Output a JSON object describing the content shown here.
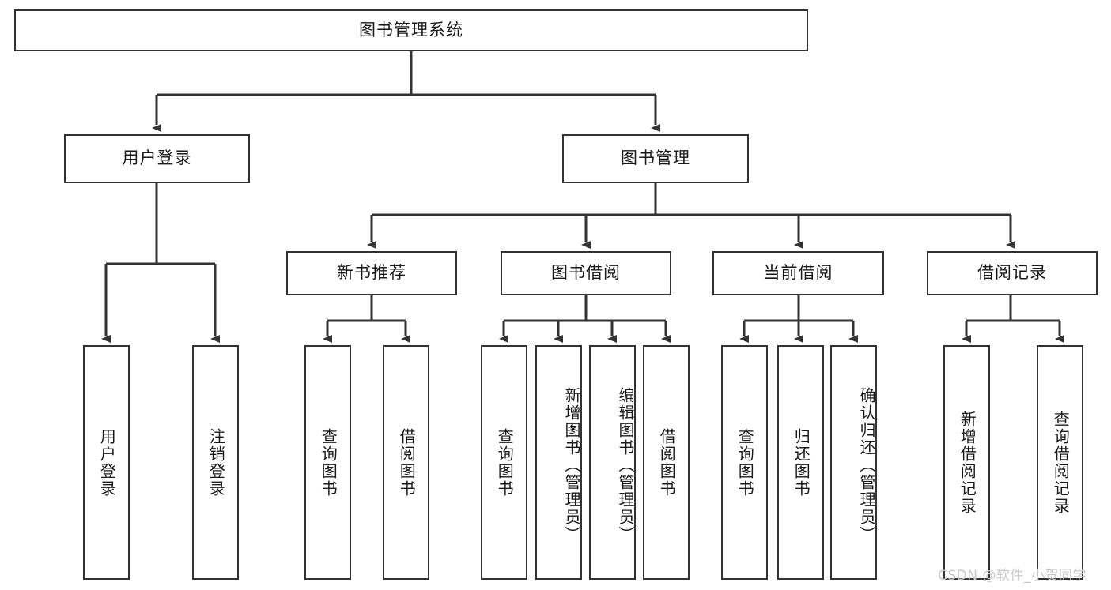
{
  "diagram": {
    "title": "图书管理系统",
    "type": "hierarchy-tree",
    "root": {
      "label": "图书管理系统"
    },
    "level2": [
      {
        "label": "用户登录"
      },
      {
        "label": "图书管理"
      }
    ],
    "level3": [
      {
        "label": "新书推荐"
      },
      {
        "label": "图书借阅"
      },
      {
        "label": "当前借阅"
      },
      {
        "label": "借阅记录"
      }
    ],
    "leaves": {
      "user_login": [
        {
          "label": "用户登录"
        },
        {
          "label": "注销登录"
        }
      ],
      "new_book_recommend": [
        {
          "label": "查询图书"
        },
        {
          "label": "借阅图书"
        }
      ],
      "book_borrow": [
        {
          "label": "查询图书"
        },
        {
          "label": "新增图书（管理员）"
        },
        {
          "label": "编辑图书（管理员）"
        },
        {
          "label": "借阅图书"
        }
      ],
      "current_borrow": [
        {
          "label": "查询图书"
        },
        {
          "label": "归还图书"
        },
        {
          "label": "确认归还（管理员）"
        }
      ],
      "borrow_record": [
        {
          "label": "新增借阅记录"
        },
        {
          "label": "查询借阅记录"
        }
      ]
    }
  },
  "watermark": {
    "text": "CSDN @软件_小贺同学"
  },
  "colors": {
    "stroke": "#333333",
    "box_fill": "#ffffff",
    "text": "#1a1a1a",
    "watermark": "#c9c9c9"
  }
}
